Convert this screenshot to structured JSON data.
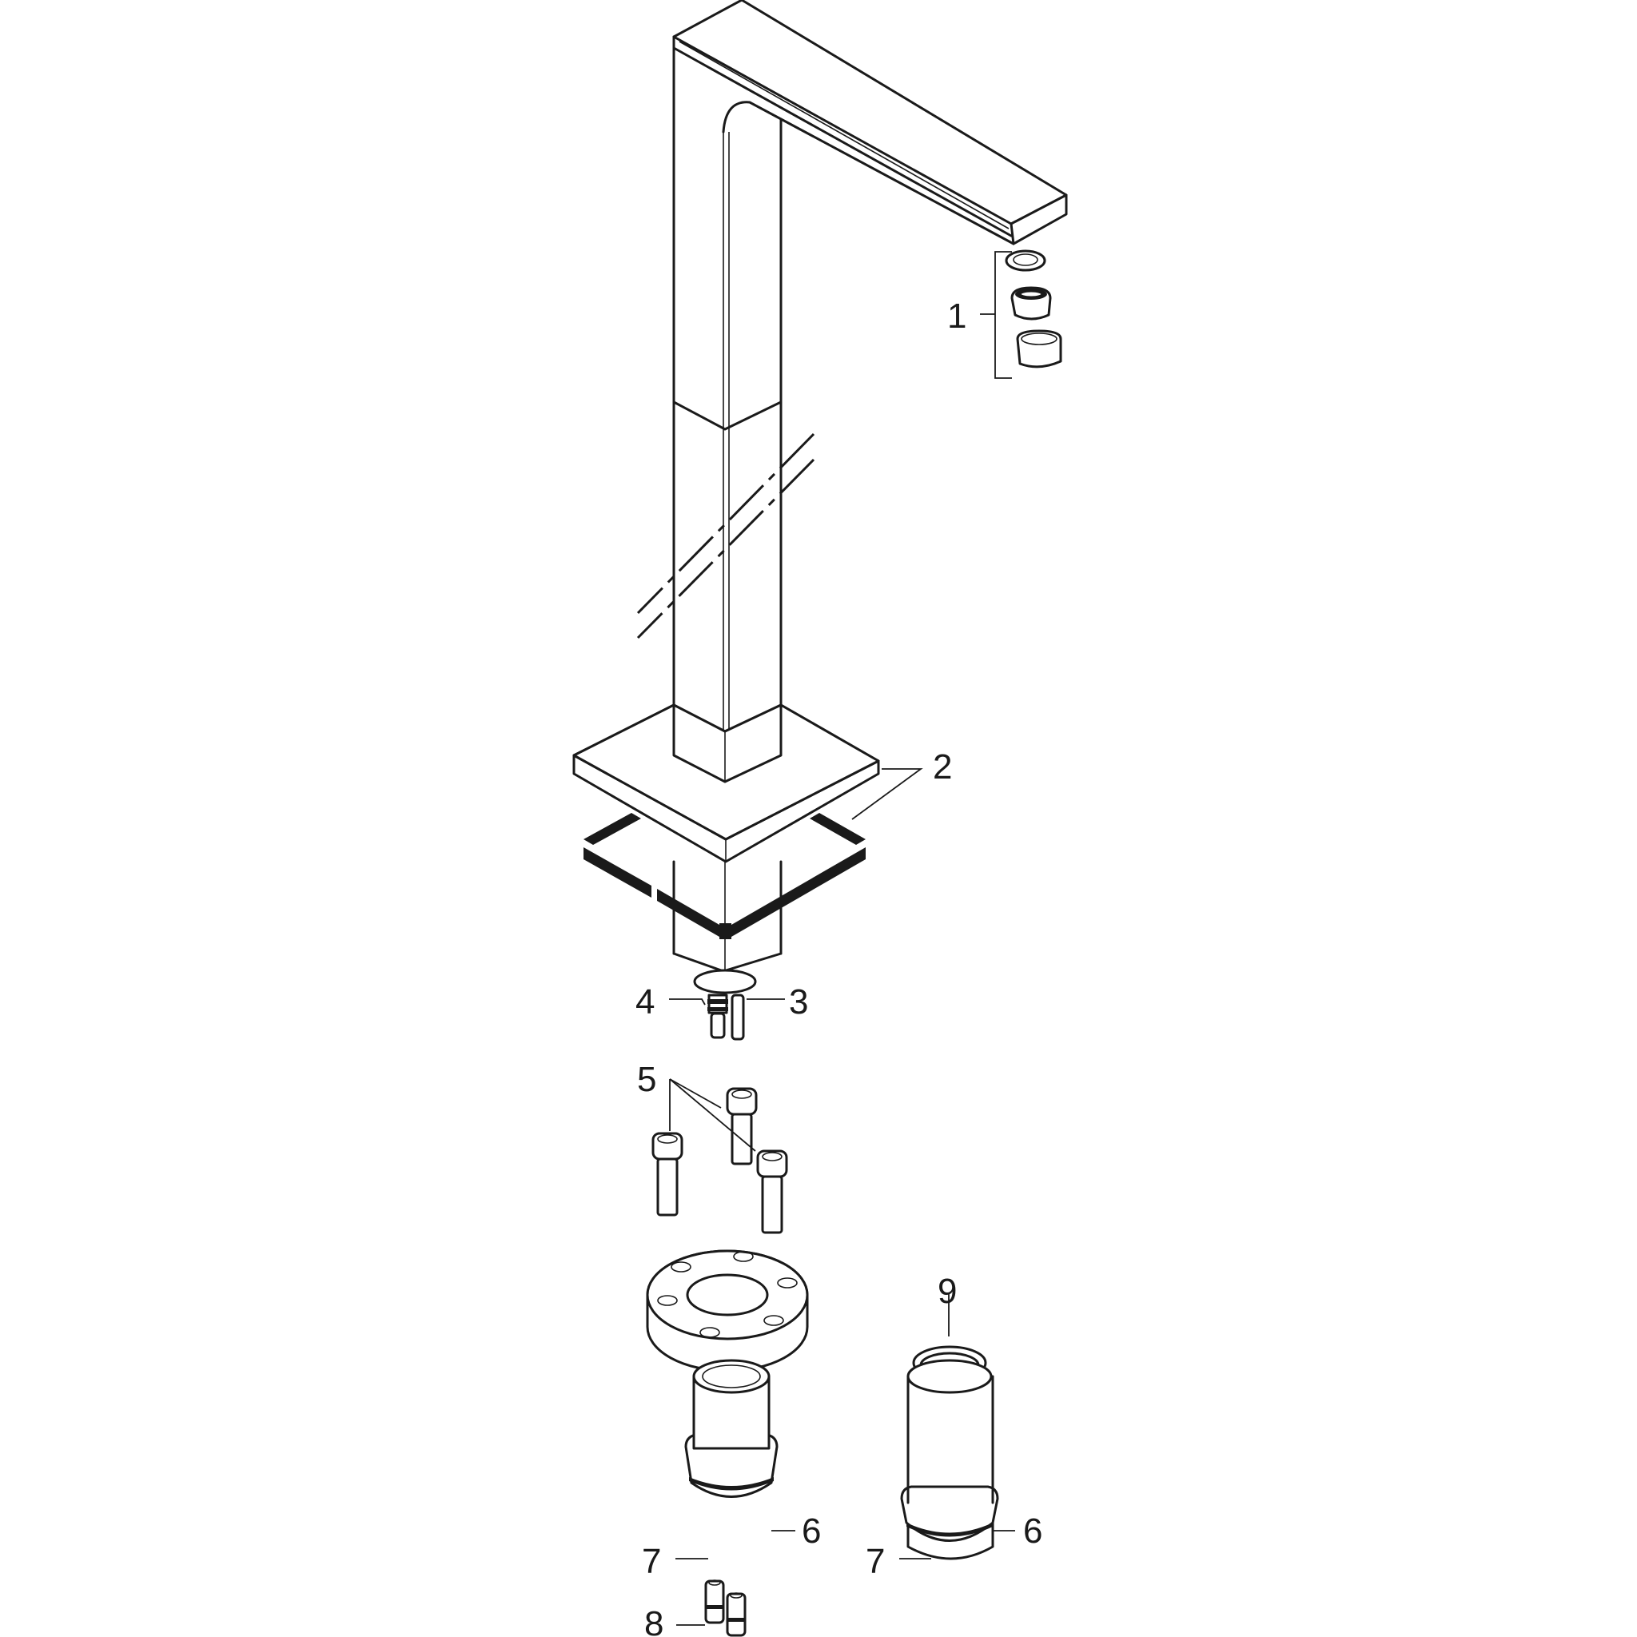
{
  "diagram": {
    "title": "Exploded parts view — tall single-hole basin faucet",
    "background": "#ffffff",
    "line_color": "#1a1a1a",
    "callouts": [
      {
        "id": "1",
        "label": "1",
        "part": "aerator set (washer, insert, housing)"
      },
      {
        "id": "2",
        "label": "2",
        "part": "base plate with gasket"
      },
      {
        "id": "3",
        "label": "3",
        "part": "connection pin"
      },
      {
        "id": "4",
        "label": "4",
        "part": "o-rings"
      },
      {
        "id": "5",
        "label": "5",
        "part": "socket head screws (x3)"
      },
      {
        "id": "6",
        "label": "6",
        "part": "o-ring (short adapter)"
      },
      {
        "id": "7",
        "label": "7",
        "part": "seal ring (short adapter)"
      },
      {
        "id": "6b",
        "label": "6",
        "part": "o-ring (long adapter)"
      },
      {
        "id": "7b",
        "label": "7",
        "part": "seal ring (long adapter)"
      },
      {
        "id": "8",
        "label": "8",
        "part": "connection pins (x2)"
      },
      {
        "id": "9",
        "label": "9",
        "part": "o-ring (extension)"
      }
    ],
    "parts_unlabeled": [
      "faucet body (spout + column)",
      "mounting flange ring with 6 holes"
    ]
  }
}
